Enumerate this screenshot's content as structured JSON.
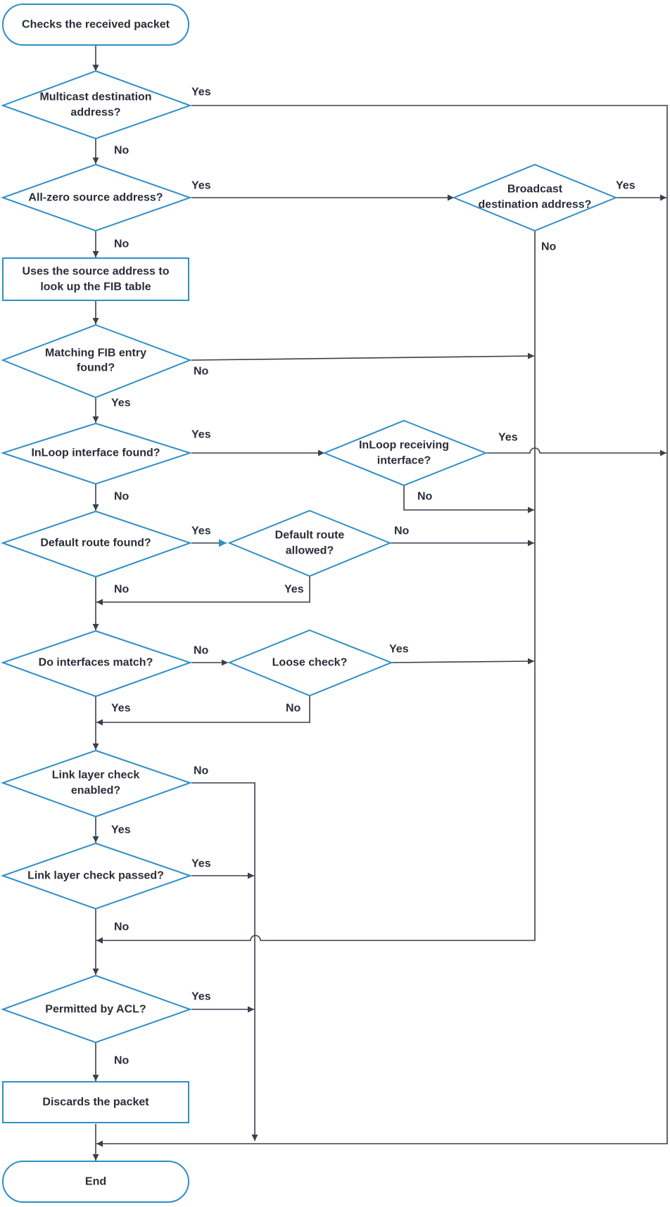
{
  "nodes": {
    "start": "Checks the received packet",
    "multicast": [
      "Multicast destination",
      "address?"
    ],
    "allzero": "All-zero source address?",
    "broadcast": [
      "Broadcast",
      "destination address?"
    ],
    "lookup": [
      "Uses the source address to",
      "look up the FIB table"
    ],
    "fib": [
      "Matching FIB entry",
      "found?"
    ],
    "inloop": "InLoop interface found?",
    "inloop_recv": [
      "InLoop receiving",
      "interface?"
    ],
    "default_found": "Default route found?",
    "default_allowed": [
      "Default route",
      "allowed?"
    ],
    "iface_match": "Do interfaces match?",
    "loose": "Loose check?",
    "link_enabled": [
      "Link layer check",
      "enabled?"
    ],
    "link_passed": "Link layer check passed?",
    "acl": "Permitted by ACL?",
    "discard": "Discards the packet",
    "end": "End"
  },
  "edge_labels": {
    "multicast_yes": "Yes",
    "multicast_no": "No",
    "allzero_yes": "Yes",
    "allzero_no": "No",
    "broadcast_yes": "Yes",
    "broadcast_no": "No",
    "fib_no": "No",
    "fib_yes": "Yes",
    "inloop_yes": "Yes",
    "inloop_no": "No",
    "inloop_recv_yes": "Yes",
    "inloop_recv_no": "No",
    "default_found_yes": "Yes",
    "default_found_no": "No",
    "default_allowed_no": "No",
    "default_allowed_yes": "Yes",
    "iface_no": "No",
    "iface_yes": "Yes",
    "loose_yes": "Yes",
    "loose_no": "No",
    "link_enabled_no": "No",
    "link_enabled_yes": "Yes",
    "link_passed_yes": "Yes",
    "link_passed_no": "No",
    "acl_yes": "Yes",
    "acl_no": "No"
  },
  "colors": {
    "shape_stroke": "#2e8fc7",
    "line": "#3a3f4b",
    "highlight_arrow": "#2e8fc7"
  }
}
